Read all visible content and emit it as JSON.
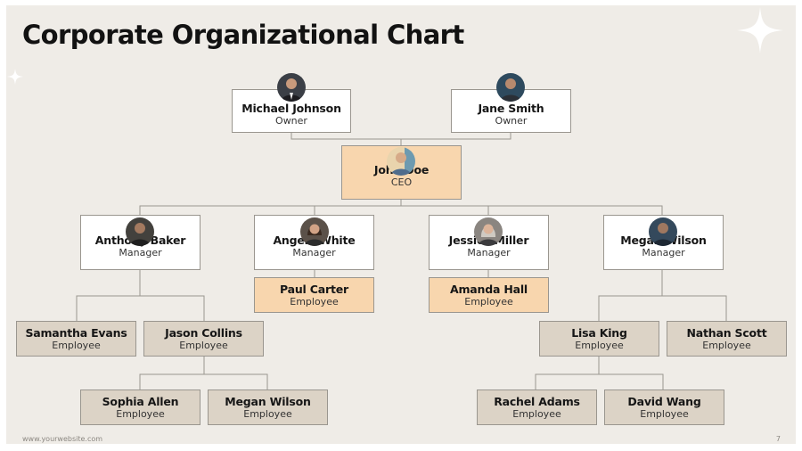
{
  "title": "Corporate Organizational Chart",
  "nodes": {
    "michael_johnson": {
      "name": "Michael Johnson",
      "role": "Owner"
    },
    "jane_smith": {
      "name": "Jane Smith",
      "role": "Owner"
    },
    "john_doe": {
      "name": "John Doe",
      "role": "CEO"
    },
    "anthony_baker": {
      "name": "Anthony Baker",
      "role": "Manager"
    },
    "angela_white": {
      "name": "Angela White",
      "role": "Manager"
    },
    "jessica_miller": {
      "name": "Jessica Miller",
      "role": "Manager"
    },
    "megan_wilson_mgr": {
      "name": "Megan Wilson",
      "role": "Manager"
    },
    "paul_carter": {
      "name": "Paul Carter",
      "role": "Employee"
    },
    "amanda_hall": {
      "name": "Amanda Hall",
      "role": "Employee"
    },
    "samantha_evans": {
      "name": "Samantha Evans",
      "role": "Employee"
    },
    "jason_collins": {
      "name": "Jason Collins",
      "role": "Employee"
    },
    "sophia_allen": {
      "name": "Sophia Allen",
      "role": "Employee"
    },
    "megan_wilson_emp": {
      "name": "Megan Wilson",
      "role": "Employee"
    },
    "lisa_king": {
      "name": "Lisa King",
      "role": "Employee"
    },
    "nathan_scott": {
      "name": "Nathan Scott",
      "role": "Employee"
    },
    "rachel_adams": {
      "name": "Rachel Adams",
      "role": "Employee"
    },
    "david_wang": {
      "name": "David Wang",
      "role": "Employee"
    }
  },
  "footer": {
    "website": "www.yourwebsite.com",
    "page_number": "7"
  },
  "colors": {
    "background": "#efece7",
    "card_white": "#ffffff",
    "card_peach": "#f8d6ae",
    "card_taupe": "#dcd3c6",
    "connector": "#9a968f"
  }
}
